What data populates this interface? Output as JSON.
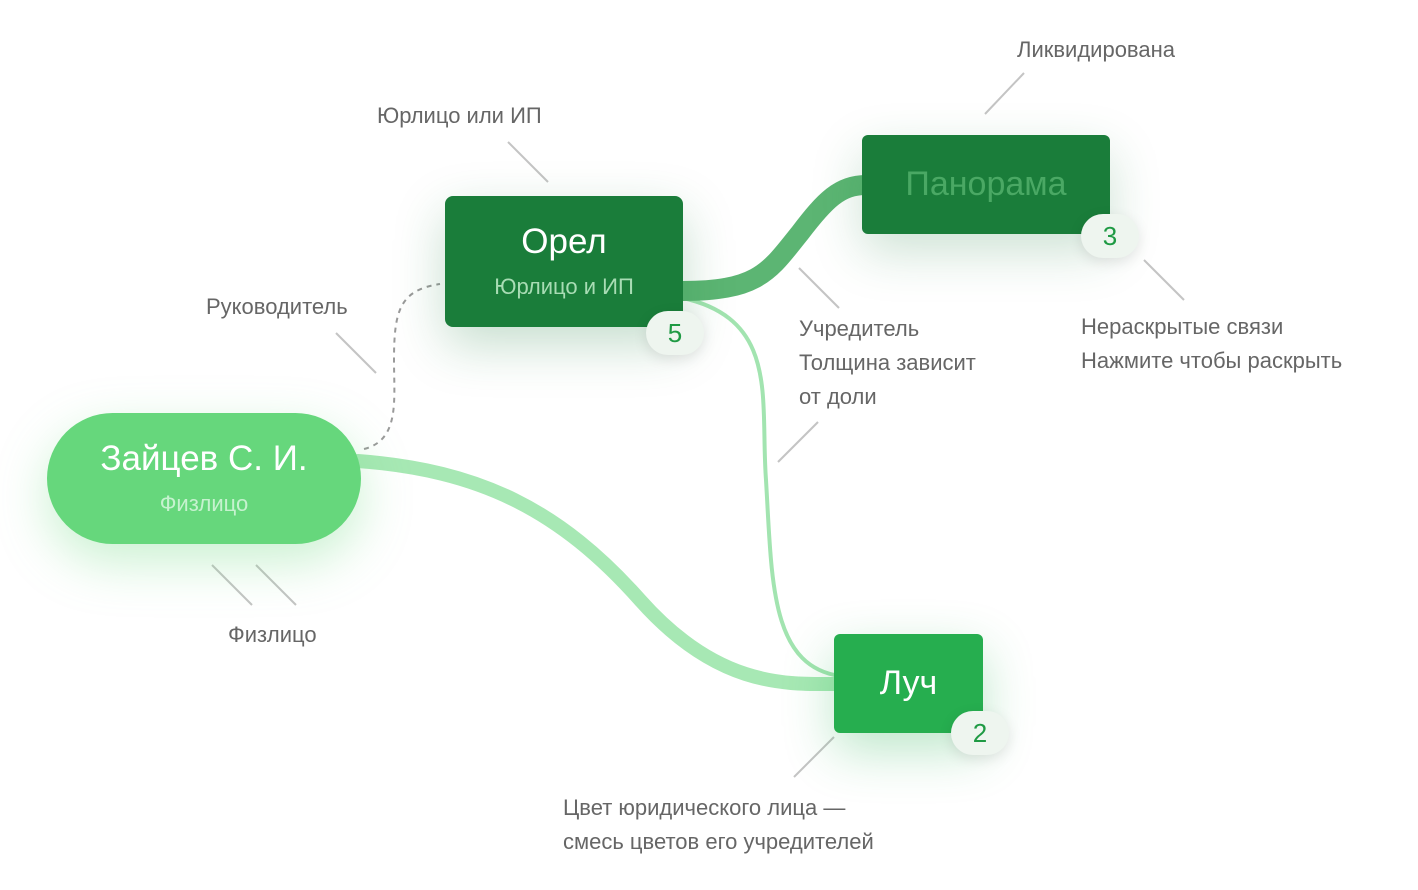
{
  "nodes": {
    "person": {
      "title": "Зайцев С. И.",
      "subtitle": "Физлицо",
      "color": "#66d77c"
    },
    "orel": {
      "title": "Орел",
      "subtitle": "Юрлицо и ИП",
      "badge": "5",
      "color": "#1a7d3a"
    },
    "panorama": {
      "title": "Панорама",
      "badge": "3",
      "color": "#1a7d3a",
      "status": "liquidated"
    },
    "luch": {
      "title": "Луч",
      "badge": "2",
      "color": "#26ae4f"
    }
  },
  "links": [
    {
      "from": "person",
      "to": "orel",
      "kind": "manager",
      "style": "dashed",
      "color": "#9a9a9a"
    },
    {
      "from": "orel",
      "to": "panorama",
      "kind": "founder",
      "share": "large",
      "color": "#5cb573"
    },
    {
      "from": "orel",
      "to": "luch",
      "kind": "founder",
      "share": "small",
      "color": "#a2e4b0"
    },
    {
      "from": "person",
      "to": "luch",
      "kind": "founder",
      "share": "medium",
      "color": "#a7e8b4"
    }
  ],
  "callouts": {
    "legal_entity": "Юрлицо или ИП",
    "liquidated": "Ликвидирована",
    "manager": "Руководитель",
    "founder": [
      "Учредитель",
      "Толщина зависит",
      "от доли"
    ],
    "unrevealed": [
      "Нераскрытые связи",
      "Нажмите чтобы раскрыть"
    ],
    "person": "Физлицо",
    "entity_color": [
      "Цвет юридического лица —",
      "смесь цветов его учредителей"
    ]
  },
  "colors": {
    "callout_text": "#666666",
    "leader_line": "#c4c4c4",
    "badge_text": "#1f9a44",
    "badge_bg": "#eef5ef"
  }
}
